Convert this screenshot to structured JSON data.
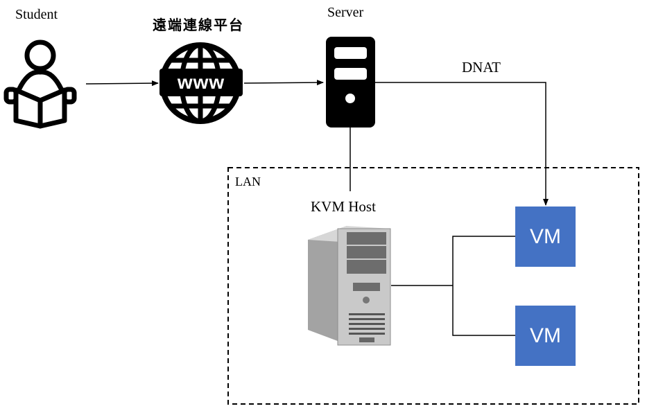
{
  "nodes": {
    "student": {
      "label": "Student"
    },
    "platform": {
      "label": "遠端連線平台",
      "icon_text": "www"
    },
    "server": {
      "label": "Server"
    },
    "kvm_host": {
      "label": "KVM Host"
    },
    "vm1": {
      "label": "VM"
    },
    "vm2": {
      "label": "VM"
    }
  },
  "zone": {
    "label": "LAN"
  },
  "edges": {
    "server_to_vm": {
      "label": "DNAT"
    }
  },
  "colors": {
    "vm_fill": "#4472c4",
    "vm_text": "#ffffff",
    "line": "#000000"
  },
  "icons": [
    "reader-icon",
    "www-globe-icon",
    "server-tower-icon",
    "pc-tower-icon"
  ]
}
